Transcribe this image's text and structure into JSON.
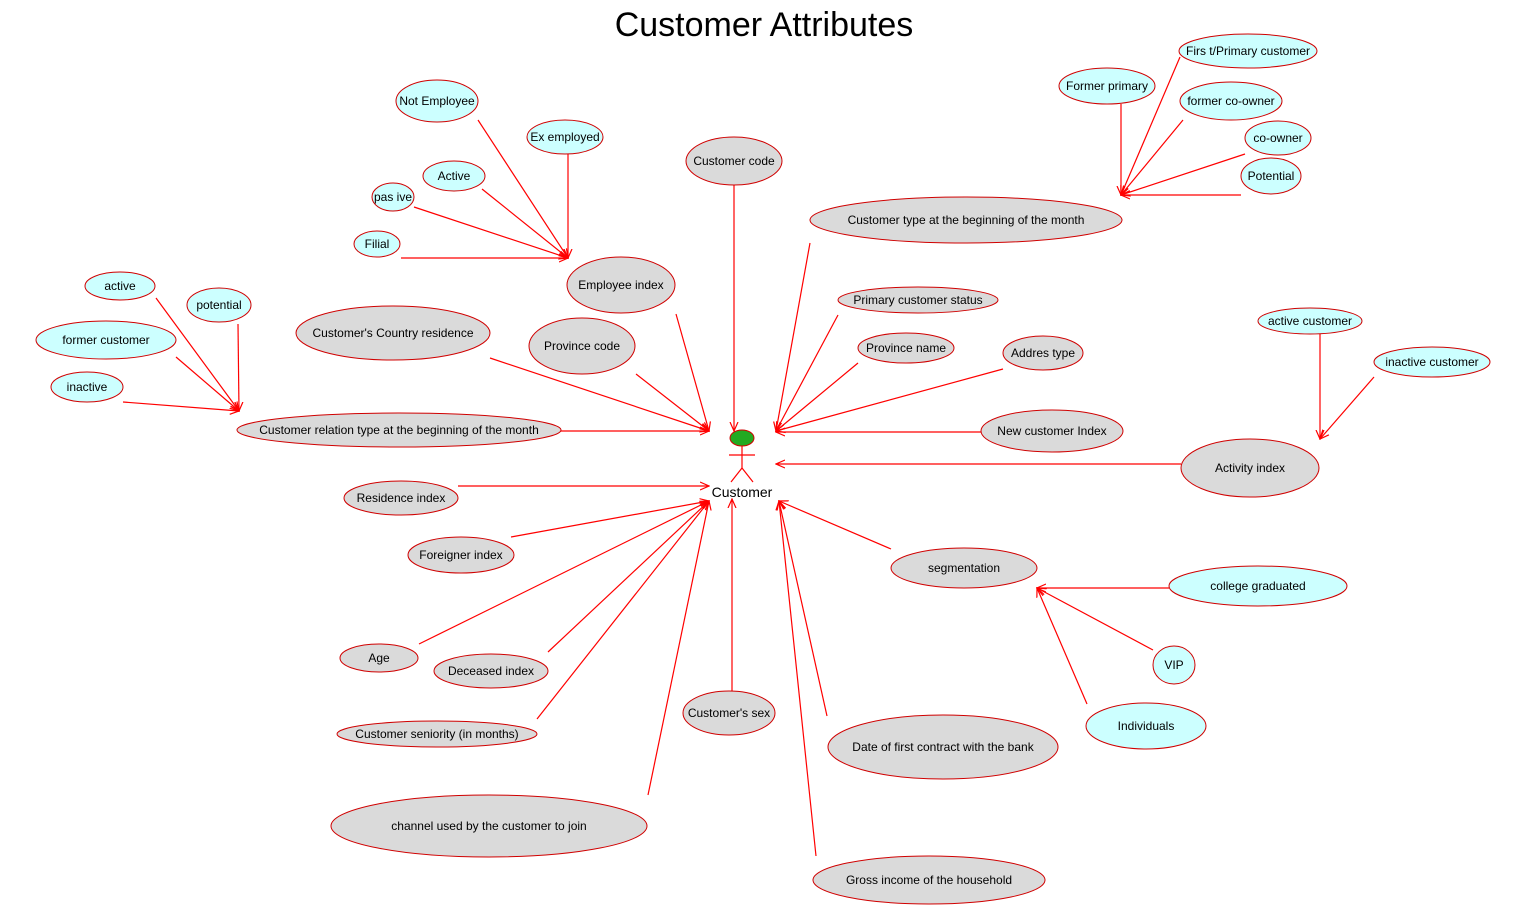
{
  "title": "Customer Attributes",
  "colors": {
    "edge": "#ff0000",
    "node_border": "#d00000",
    "primary_fill": "#dadada",
    "value_fill": "#ccffff",
    "actor_head": "#22aa22",
    "background": "#ffffff"
  },
  "actor": {
    "label": "Customer"
  },
  "nodes": [
    {
      "id": "customer-code",
      "label": "Customer code",
      "kind": "primary"
    },
    {
      "id": "employee-index",
      "label": "Employee index",
      "kind": "primary"
    },
    {
      "id": "customer-country-residence",
      "label": "Customer's Country residence",
      "kind": "primary"
    },
    {
      "id": "province-code",
      "label": "Province code",
      "kind": "primary"
    },
    {
      "id": "customer-relation-type",
      "label": "Customer relation type at the beginning of the month",
      "kind": "primary"
    },
    {
      "id": "residence-index",
      "label": "Residence index",
      "kind": "primary"
    },
    {
      "id": "foreigner-index",
      "label": "Foreigner index",
      "kind": "primary"
    },
    {
      "id": "age",
      "label": "Age",
      "kind": "primary"
    },
    {
      "id": "deceased-index",
      "label": "Deceased index",
      "kind": "primary"
    },
    {
      "id": "customer-seniority",
      "label": "Customer seniority (in months)",
      "kind": "primary"
    },
    {
      "id": "channel-used",
      "label": "channel used by the customer to join",
      "kind": "primary"
    },
    {
      "id": "customer-sex",
      "label": "Customer's sex",
      "kind": "primary"
    },
    {
      "id": "date-first-contract",
      "label": "Date of first contract with the bank",
      "kind": "primary"
    },
    {
      "id": "gross-income",
      "label": "Gross  income of the household",
      "kind": "primary"
    },
    {
      "id": "segmentation",
      "label": "segmentation",
      "kind": "primary"
    },
    {
      "id": "activity-index",
      "label": "Activity index",
      "kind": "primary"
    },
    {
      "id": "new-customer-index",
      "label": "New customer Index",
      "kind": "primary"
    },
    {
      "id": "address-type",
      "label": "Addres type",
      "kind": "primary"
    },
    {
      "id": "province-name",
      "label": "Province name",
      "kind": "primary"
    },
    {
      "id": "primary-customer-status",
      "label": "Primary customer status",
      "kind": "primary"
    },
    {
      "id": "customer-type-beginning",
      "label": "Customer type at the beginning of the month",
      "kind": "primary"
    },
    {
      "id": "not-employee",
      "label": "Not Employee",
      "kind": "value"
    },
    {
      "id": "ex-employed",
      "label": "Ex employed",
      "kind": "value"
    },
    {
      "id": "emp-active",
      "label": "Active",
      "kind": "value"
    },
    {
      "id": "emp-pasive",
      "label": "pas ive",
      "kind": "value"
    },
    {
      "id": "emp-filial",
      "label": "Filial",
      "kind": "value"
    },
    {
      "id": "rel-active",
      "label": "active",
      "kind": "value"
    },
    {
      "id": "rel-potential",
      "label": "potential",
      "kind": "value"
    },
    {
      "id": "rel-former-customer",
      "label": "former customer",
      "kind": "value"
    },
    {
      "id": "rel-inactive",
      "label": "inactive",
      "kind": "value"
    },
    {
      "id": "type-first-primary",
      "label": "Firs t/Primary customer",
      "kind": "value"
    },
    {
      "id": "type-former-primary",
      "label": "Former primary",
      "kind": "value"
    },
    {
      "id": "type-former-coowner",
      "label": "former co-owner",
      "kind": "value"
    },
    {
      "id": "type-coowner",
      "label": "co-owner",
      "kind": "value"
    },
    {
      "id": "type-potential",
      "label": "Potential",
      "kind": "value"
    },
    {
      "id": "act-active-customer",
      "label": "active customer",
      "kind": "value"
    },
    {
      "id": "act-inactive-customer",
      "label": "inactive customer",
      "kind": "value"
    },
    {
      "id": "seg-college-graduated",
      "label": "college graduated",
      "kind": "value"
    },
    {
      "id": "seg-vip",
      "label": "VIP",
      "kind": "value"
    },
    {
      "id": "seg-individuals",
      "label": "Individuals",
      "kind": "value"
    }
  ],
  "edges": [
    {
      "from": "customer-code",
      "to": "customer"
    },
    {
      "from": "employee-index",
      "to": "customer"
    },
    {
      "from": "customer-country-residence",
      "to": "customer"
    },
    {
      "from": "province-code",
      "to": "customer"
    },
    {
      "from": "customer-relation-type",
      "to": "customer"
    },
    {
      "from": "residence-index",
      "to": "customer"
    },
    {
      "from": "foreigner-index",
      "to": "customer"
    },
    {
      "from": "age",
      "to": "customer"
    },
    {
      "from": "deceased-index",
      "to": "customer"
    },
    {
      "from": "customer-seniority",
      "to": "customer"
    },
    {
      "from": "channel-used",
      "to": "customer"
    },
    {
      "from": "customer-sex",
      "to": "customer"
    },
    {
      "from": "date-first-contract",
      "to": "customer"
    },
    {
      "from": "gross-income",
      "to": "customer"
    },
    {
      "from": "segmentation",
      "to": "customer"
    },
    {
      "from": "activity-index",
      "to": "customer"
    },
    {
      "from": "new-customer-index",
      "to": "customer"
    },
    {
      "from": "address-type",
      "to": "customer"
    },
    {
      "from": "province-name",
      "to": "customer"
    },
    {
      "from": "primary-customer-status",
      "to": "customer"
    },
    {
      "from": "customer-type-beginning",
      "to": "customer"
    },
    {
      "from": "not-employee",
      "to": "employee-index"
    },
    {
      "from": "ex-employed",
      "to": "employee-index"
    },
    {
      "from": "emp-active",
      "to": "employee-index"
    },
    {
      "from": "emp-pasive",
      "to": "employee-index"
    },
    {
      "from": "emp-filial",
      "to": "employee-index"
    },
    {
      "from": "rel-active",
      "to": "customer-relation-type"
    },
    {
      "from": "rel-potential",
      "to": "customer-relation-type"
    },
    {
      "from": "rel-former-customer",
      "to": "customer-relation-type"
    },
    {
      "from": "rel-inactive",
      "to": "customer-relation-type"
    },
    {
      "from": "type-first-primary",
      "to": "customer-type-beginning"
    },
    {
      "from": "type-former-primary",
      "to": "customer-type-beginning"
    },
    {
      "from": "type-former-coowner",
      "to": "customer-type-beginning"
    },
    {
      "from": "type-coowner",
      "to": "customer-type-beginning"
    },
    {
      "from": "type-potential",
      "to": "customer-type-beginning"
    },
    {
      "from": "act-active-customer",
      "to": "activity-index"
    },
    {
      "from": "act-inactive-customer",
      "to": "activity-index"
    },
    {
      "from": "seg-college-graduated",
      "to": "segmentation"
    },
    {
      "from": "seg-vip",
      "to": "segmentation"
    },
    {
      "from": "seg-individuals",
      "to": "segmentation"
    }
  ]
}
